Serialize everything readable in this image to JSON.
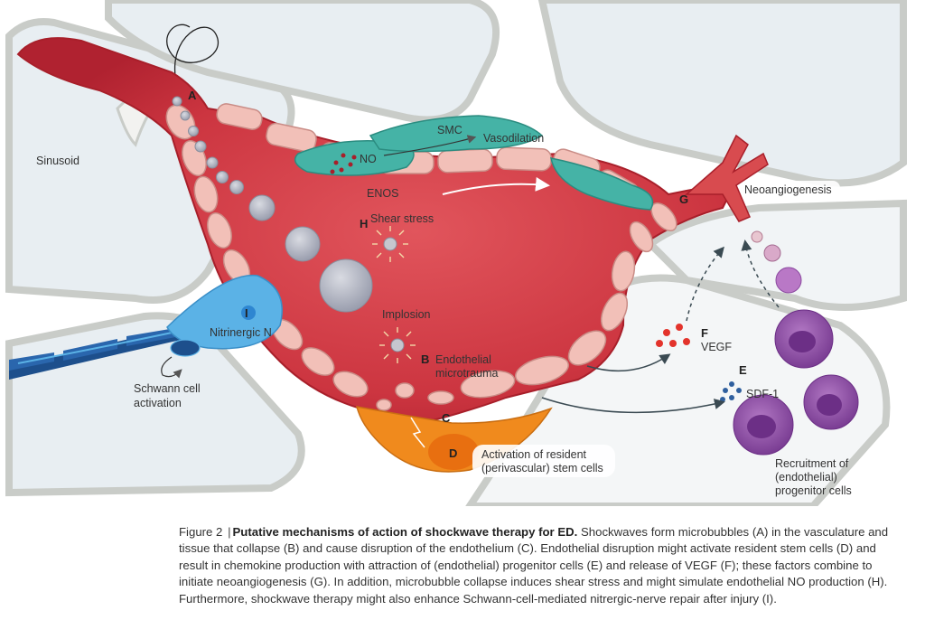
{
  "labels": {
    "sinusoid": "Sinusoid",
    "smc": "SMC",
    "vasodilation": "Vasodilation",
    "no": "NO",
    "enos": "ENOS",
    "shear_stress": "Shear stress",
    "implosion": "Implosion",
    "endothelial_1": "Endothelial",
    "endothelial_2": "microtrauma",
    "nitrinergic": "Nitrinergic N",
    "schwann_1": "Schwann cell",
    "schwann_2": "activation",
    "activation_1": "Activation of resident",
    "activation_2": "(perivascular) stem cells",
    "neoangiogenesis": "Neoangiogenesis",
    "vegf": "VEGF",
    "sdf1": "SDF-1",
    "recruit_1": "Recruitment of",
    "recruit_2": "(endothelial)",
    "recruit_3": "progenitor cells"
  },
  "letters": {
    "a": "A",
    "b": "B",
    "c": "C",
    "d": "D",
    "e": "E",
    "f": "F",
    "g": "G",
    "h": "H",
    "i": "I"
  },
  "caption": {
    "figure": "Figure 2",
    "separator": "|",
    "title": "Putative mechanisms of action of shockwave therapy for ED.",
    "body": " Shockwaves form microbubbles (A) in the vasculature and tissue that collapse (B) and cause disruption of the endothelium (C). Endothelial disruption might activate resident stem cells (D) and result in chemokine production with attraction of (endothelial) progenitor cells (E) and release of VEGF (F); these factors combine to initiate neoangiogenesis (G). In addition, microbubble collapse induces shear stress and might simulate endothelial NO production (H). Furthermore, shockwave therapy might also enhance Schwann-cell-mediated nitrergic-nerve repair after injury (I)."
  },
  "colors": {
    "vessel": "#c9303a",
    "vessel_light": "#e36a6e",
    "endothelium": "#f2c0b8",
    "smc": "#45b3a6",
    "nerve": "#1d4f8c",
    "nerve_light": "#2e86d1",
    "schwann": "#5bb2e6",
    "stem_orange": "#f08a1d",
    "progenitor": "#8e4aa6",
    "sinusoid_bg": "#e8eef2",
    "trabecula": "#c9ccc8"
  }
}
